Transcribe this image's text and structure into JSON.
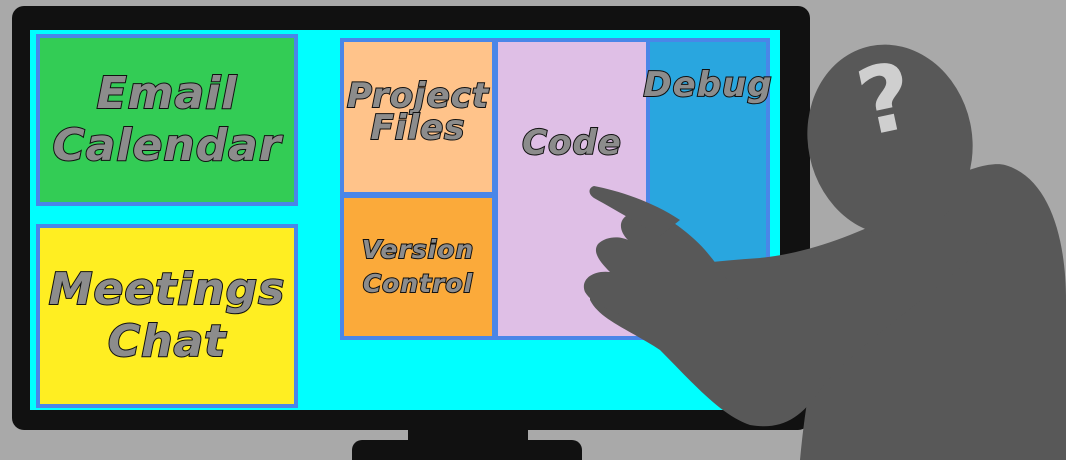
{
  "panels": {
    "email_calendar": [
      "Email",
      "Calendar"
    ],
    "meetings_chat": [
      "Meetings",
      "Chat"
    ],
    "project_files": [
      "Project",
      "Files"
    ],
    "version_control": [
      "Version",
      "Control"
    ],
    "code": "Code",
    "debug": "Debug"
  },
  "person": {
    "glyph": "?"
  },
  "colors": {
    "screen": "#00ffff",
    "email_calendar": "#33cc55",
    "meetings_chat": "#ffee22",
    "project_files": "#ffc38a",
    "version_control": "#fbaa3a",
    "code": "#dfbfe6",
    "debug": "#29a6df",
    "person": "#585858",
    "background": "#a9a9a9"
  }
}
